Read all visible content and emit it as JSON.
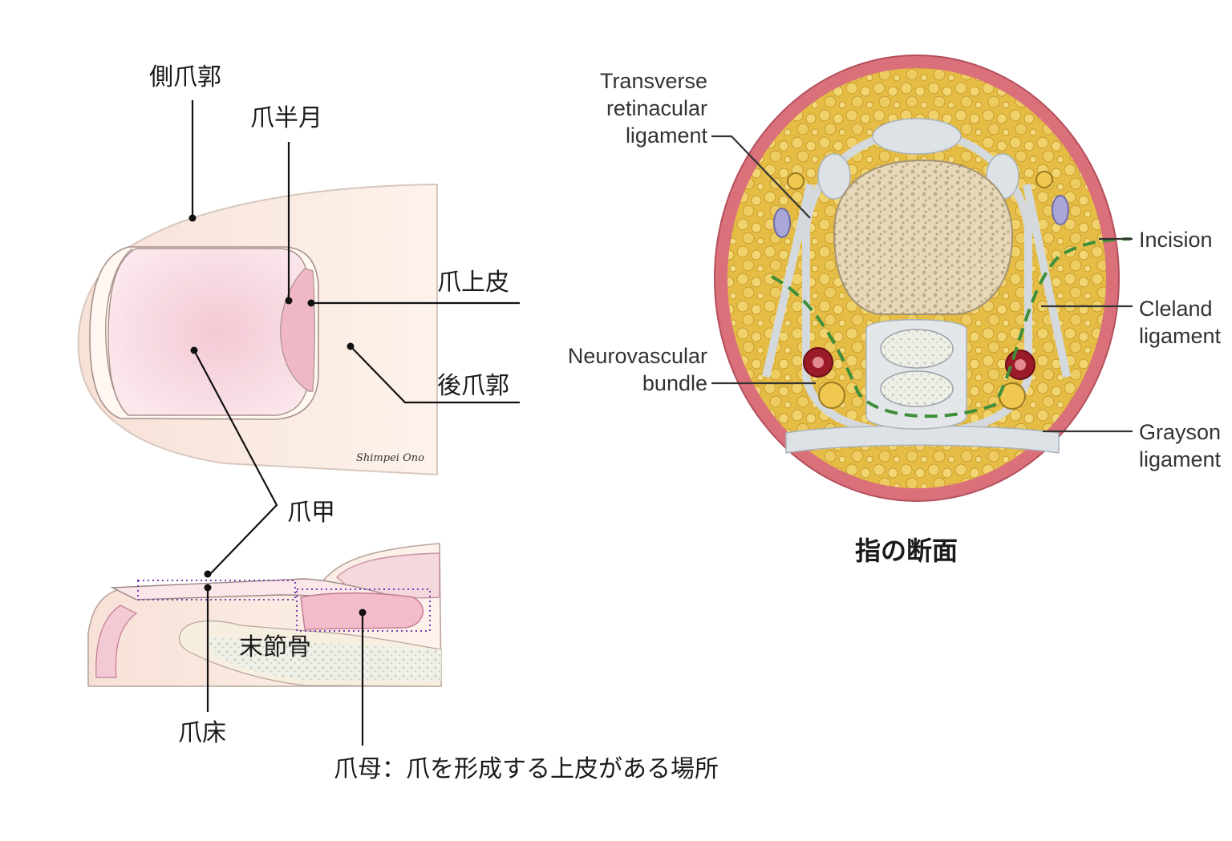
{
  "nail_diagram": {
    "labels": {
      "lateral_fold": "側爪郭",
      "lunula": "爪半月",
      "eponychium": "爪上皮",
      "proximal_fold": "後爪郭",
      "nail_plate": "爪甲",
      "distal_phalanx": "末節骨",
      "nail_bed": "爪床",
      "nail_matrix": "爪母：爪を形成する上皮がある場所"
    },
    "signature": "Shimpei Ono"
  },
  "cross_section": {
    "labels": {
      "transverse_retinacular": "Transverse\nretinacular\nligament",
      "neurovascular_bundle": "Neurovascular\nbundle",
      "incision": "Incision",
      "cleland": "Cleland\nligament",
      "grayson": "Grayson\nligament"
    },
    "caption": "指の断面"
  },
  "colors": {
    "skin_outer": "#d9707a",
    "fat": "#e8c04a",
    "bone": "#e9dcc0",
    "ligament": "#d8dde2",
    "incision": "#3f8f3a",
    "nail_pink": "#f2c3cf",
    "skin_light": "#fbeee6",
    "matrix_box": "#8a5cc8"
  }
}
